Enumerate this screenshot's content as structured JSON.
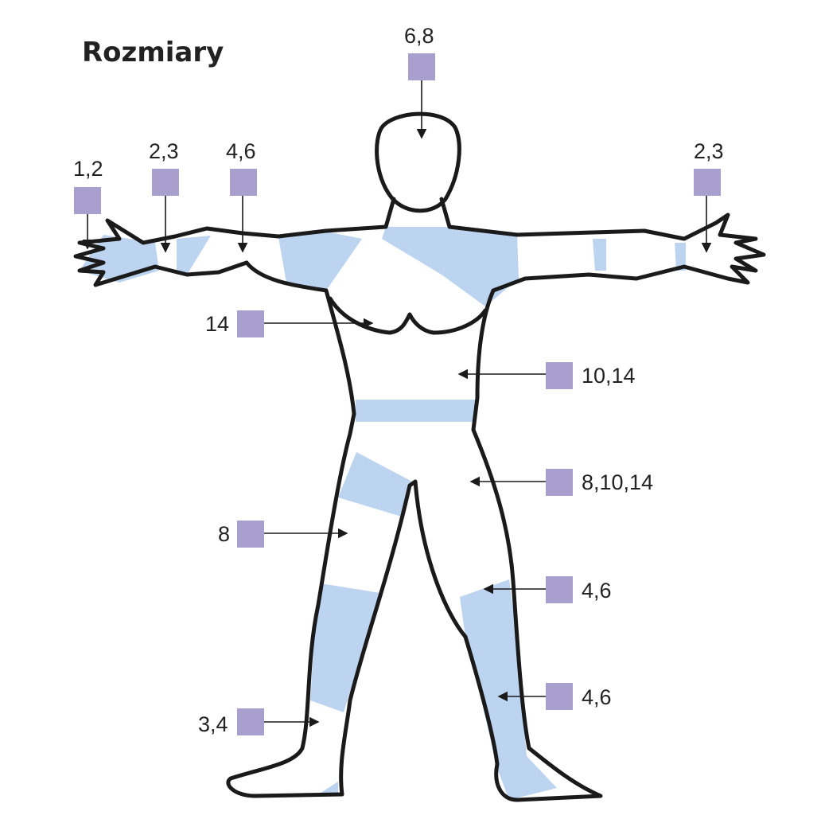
{
  "title": "Rozmiary",
  "colors": {
    "marker": "#a99fcf",
    "band": "#bcd4ef",
    "outline": "#1a1a1a"
  },
  "markers": [
    {
      "id": "head",
      "label": "6,8"
    },
    {
      "id": "fingers",
      "label": "1,2"
    },
    {
      "id": "wrist-left",
      "label": "2,3"
    },
    {
      "id": "elbow-left",
      "label": "4,6"
    },
    {
      "id": "wrist-right",
      "label": "2,3"
    },
    {
      "id": "chest",
      "label": "14"
    },
    {
      "id": "waist",
      "label": "10,14"
    },
    {
      "id": "hips",
      "label": "8,10,14"
    },
    {
      "id": "thigh",
      "label": "8"
    },
    {
      "id": "knee",
      "label": "4,6"
    },
    {
      "id": "calf",
      "label": "4,6"
    },
    {
      "id": "ankle",
      "label": "3,4"
    }
  ]
}
